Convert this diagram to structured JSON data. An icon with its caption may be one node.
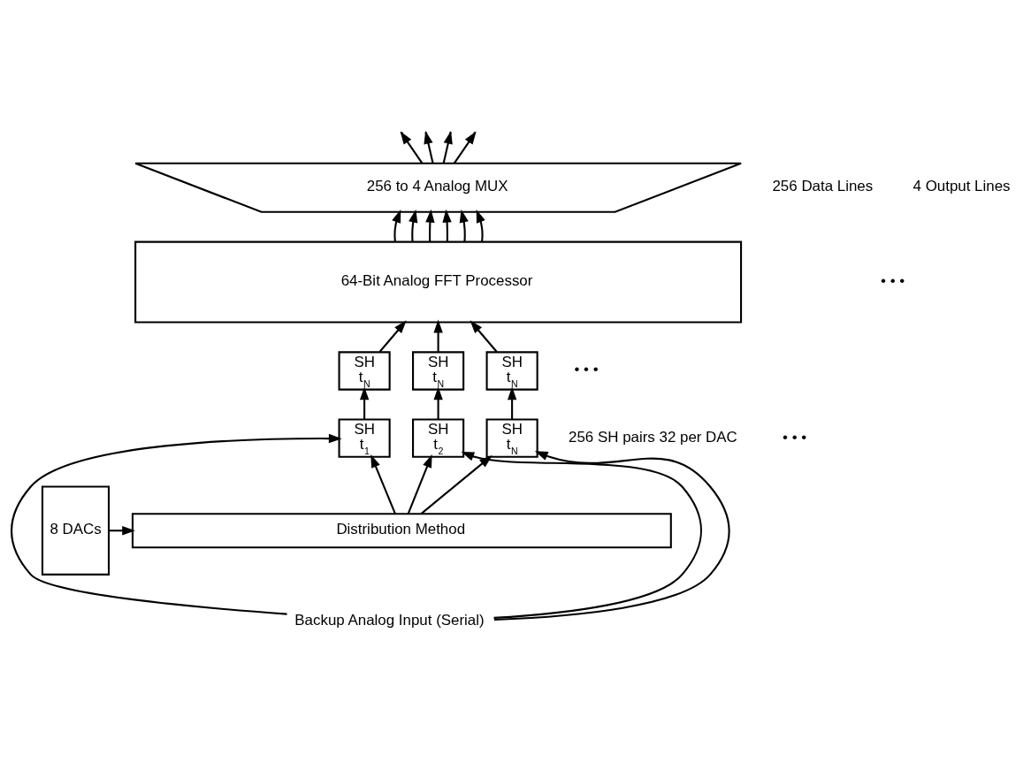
{
  "diagram": {
    "nodes": [
      {
        "text": [
          "256 to 4 Analog MUX"
        ]
      },
      {
        "text": [
          "64-Bit Analog FFT Processor"
        ]
      },
      {
        "text": [
          "SH",
          "t$_{N}$"
        ]
      },
      {
        "text": [
          "SH",
          "t$_{N}$"
        ]
      },
      {
        "text": [
          "SH",
          "t$_{N}$"
        ]
      },
      {
        "text": [
          "SH",
          "t$_{1}$"
        ]
      },
      {
        "text": [
          "SH",
          "t$_{2}$"
        ]
      },
      {
        "text": [
          "SH",
          "t$_{N}$"
        ]
      },
      {
        "text": [
          "Distribution Method"
        ]
      },
      {
        "text": [
          "8 DACs"
        ]
      },
      {
        "text": [
          "Backup Analog Input (Serial)"
        ]
      }
    ],
    "edges": [
      {
        "from": 0,
        "to": null,
        "arrow": "to"
      },
      {
        "from": 0,
        "to": null,
        "arrow": "to"
      },
      {
        "from": 0,
        "to": null,
        "arrow": "to"
      },
      {
        "from": 0,
        "to": null,
        "arrow": "to"
      },
      {
        "from": 1,
        "to": 0,
        "arrow": "to"
      },
      {
        "from": 1,
        "to": 0,
        "arrow": "to"
      },
      {
        "from": 1,
        "to": 0,
        "arrow": "to"
      },
      {
        "from": 1,
        "to": 0,
        "arrow": "to"
      },
      {
        "from": 1,
        "to": 0,
        "arrow": "to"
      },
      {
        "from": 1,
        "to": 0,
        "arrow": "to"
      },
      {
        "from": 2,
        "to": 1,
        "arrow": "to"
      },
      {
        "from": 3,
        "to": 1,
        "arrow": "to"
      },
      {
        "from": 4,
        "to": 1,
        "arrow": "to"
      },
      {
        "from": 5,
        "to": 2,
        "arrow": "to"
      },
      {
        "from": 6,
        "to": 3,
        "arrow": "to"
      },
      {
        "from": 7,
        "to": 4,
        "arrow": "to"
      },
      {
        "from": 10,
        "to": 5,
        "arrow": "to"
      },
      {
        "from": 8,
        "to": 5,
        "arrow": "to"
      },
      {
        "from": 10,
        "to": 6,
        "arrow": "to"
      },
      {
        "from": 8,
        "to": 6,
        "arrow": "to"
      },
      {
        "from": 10,
        "to": 7,
        "arrow": "to"
      },
      {
        "from": 8,
        "to": 7,
        "arrow": "to"
      },
      {
        "from": 9,
        "to": 8,
        "arrow": "to"
      }
    ],
    "labels": [
      "4 Output Lines",
      "256 Data Lines",
      "• • •",
      "• • •",
      "256 SH pairs 32 per DAC",
      "• • •"
    ]
  }
}
